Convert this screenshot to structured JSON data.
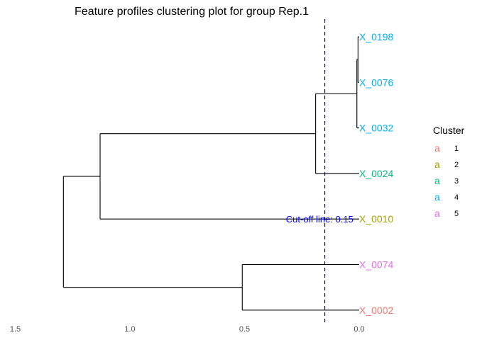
{
  "chart_data": {
    "type": "dendrogram",
    "title": "Feature profiles clustering plot for group Rep.1",
    "xlim": [
      1.5,
      0.0
    ],
    "x_ticks": [
      1.5,
      1.0,
      0.5,
      0.0
    ],
    "x_tick_labels": [
      "1.5",
      "1.0",
      "0.5",
      "0.0"
    ],
    "leaves": [
      {
        "label": "X_0198",
        "cluster": "4"
      },
      {
        "label": "X_0076",
        "cluster": "4"
      },
      {
        "label": "X_0032",
        "cluster": "4"
      },
      {
        "label": "X_0024",
        "cluster": "3"
      },
      {
        "label": "X_0010",
        "cluster": "2"
      },
      {
        "label": "X_0074",
        "cluster": "5"
      },
      {
        "label": "X_0002",
        "cluster": "1"
      }
    ],
    "merges": [
      {
        "id": "m1",
        "children": [
          "X_0198",
          "X_0076"
        ],
        "height": 0.005
      },
      {
        "id": "m2",
        "children": [
          "m1",
          "X_0032"
        ],
        "height": 0.01
      },
      {
        "id": "m3",
        "children": [
          "m2",
          "X_0024"
        ],
        "height": 0.19
      },
      {
        "id": "m4",
        "children": [
          "m3",
          "X_0010"
        ],
        "height": 1.13
      },
      {
        "id": "m5",
        "children": [
          "X_0074",
          "X_0002"
        ],
        "height": 0.51
      },
      {
        "id": "m6",
        "children": [
          "m4",
          "m5"
        ],
        "height": 1.29
      }
    ],
    "cutoff": {
      "value": 0.15,
      "label": "Cut-off line: 0.15",
      "color": "#0000FF"
    },
    "legend": {
      "title": "Cluster",
      "key_glyph": "a",
      "placement": "right",
      "entries": [
        {
          "label": "1",
          "color": "#F8766D"
        },
        {
          "label": "2",
          "color": "#A3A500"
        },
        {
          "label": "3",
          "color": "#00BF7D"
        },
        {
          "label": "4",
          "color": "#00B0F6"
        },
        {
          "label": "5",
          "color": "#E76BF3"
        }
      ]
    },
    "grid": false,
    "line_color": "#000000"
  }
}
